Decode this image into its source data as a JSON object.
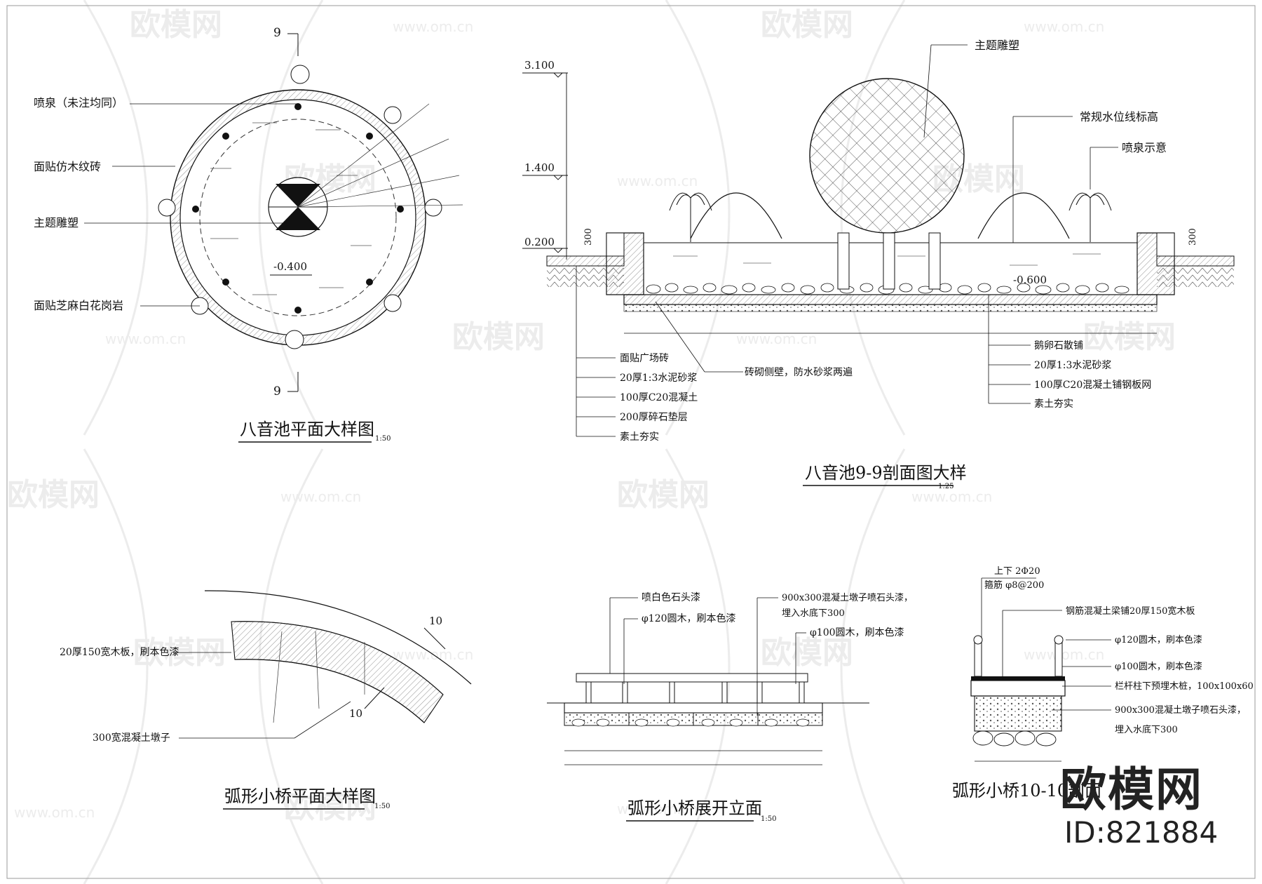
{
  "watermark": {
    "logo_text": "欧模网",
    "url": "www.om.cn"
  },
  "brand": {
    "name": "欧模网",
    "id": "ID:821884"
  },
  "plan_view": {
    "title": "八音池平面大样图",
    "scale": "1:50",
    "section_mark": "9",
    "elevation": "-0.400",
    "labels": [
      "喷泉（未注均同）",
      "面贴仿木纹砖",
      "主题雕塑",
      "面贴芝麻白花岗岩"
    ]
  },
  "section_view": {
    "title": "八音池9-9剖面图大样",
    "scale": "1:25",
    "elevations": [
      "3.100",
      "1.400",
      "0.200",
      "-0.600"
    ],
    "dims": [
      "300",
      "300"
    ],
    "top_labels": [
      "主题雕塑",
      "常规水位线标高",
      "喷泉示意"
    ],
    "left_labels": [
      "面贴广场砖",
      "20厚1:3水泥砂浆",
      "100厚C20混凝土",
      "200厚碎石垫层",
      "素土夯实"
    ],
    "mid_label": "砖砌侧壁，防水砂浆两遍",
    "right_labels": [
      "鹅卵石散铺",
      "20厚1:3水泥砂浆",
      "100厚C20混凝土铺钢板网",
      "素土夯实"
    ]
  },
  "bridge_plan": {
    "title": "弧形小桥平面大样图",
    "scale": "1:50",
    "section_mark": "10",
    "labels": [
      "20厚150宽木板，刷本色漆",
      "300宽混凝土墩子"
    ]
  },
  "bridge_elevation": {
    "title": "弧形小桥展开立面",
    "scale": "1:50",
    "labels": [
      "喷白色石头漆",
      "φ120圆木，刷本色漆",
      "900x300混凝土墩子喷石头漆，",
      "埋入水底下300",
      "φ100圆木，刷本色漆"
    ]
  },
  "bridge_section": {
    "title": "弧形小桥10-10剖面",
    "rebar": [
      "上下 2Φ20",
      "箍筋 φ8@200"
    ],
    "labels": [
      "钢筋混凝土梁铺20厚150宽木板",
      "φ120圆木，刷本色漆",
      "φ100圆木，刷本色漆",
      "栏杆柱下预埋木桩，100x100x60",
      "900x300混凝土墩子喷石头漆，",
      "埋入水底下300"
    ]
  }
}
